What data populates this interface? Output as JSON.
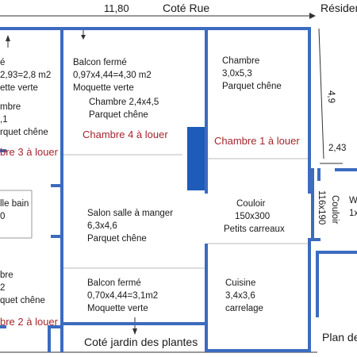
{
  "dimensions": {
    "width_total": "11,80",
    "right_top": "4,9",
    "right_mid": "2,43",
    "plan_label": "Plan de"
  },
  "streets": {
    "top": "Coté Rue",
    "top_right": "Résiden",
    "bottom": "Coté jardin des plantes"
  },
  "rooms": {
    "balcony_left_area": "2,93=2,8 m2",
    "balcony_left_floor": "ette verte",
    "room3_line1": "mbre",
    "room3_line2": ",1",
    "room3_line3": "rquet chêne",
    "room3_name": "bre 3 à louer",
    "bath_line1": "lle bain",
    "bath_line2": "0",
    "room2_line1": "bre",
    "room2_line2": "2",
    "room2_line3": "quet chêne",
    "room2_name": "bre 2 à louer",
    "balcony_top_title": "Balcon fermé",
    "balcony_top_area": "0,97x4,44=4,30 m2",
    "balcony_top_floor": "Moquette verte",
    "room4_title": "Chambre 2,4x4,5",
    "room4_floor": "Parquet chêne",
    "room4_name": "Chambre 4 à louer",
    "room1_title": "Chambre",
    "room1_size": "3,0x5,3",
    "room1_floor": "Parquet chêne",
    "room1_name": "Chambre 1 à louer",
    "salon_title": "Salon salle à manger",
    "salon_size": "6,3x4,6",
    "salon_floor": "Parquet chêne",
    "couloir_title": "Couloir",
    "couloir_size": "150x300",
    "couloir_floor": "Petits carreaux",
    "couloir2_title": "Couloir",
    "couloir2_size": "116x190",
    "wc_line1": "W",
    "wc_line2": "1x",
    "balcony_bottom_title": "Balcon fermé",
    "balcony_bottom_area": "0,70x4,44=3,1m2",
    "balcony_bottom_floor": "Moquette verte",
    "kitchen_title": "Cuisine",
    "kitchen_size": "3,4x3,6",
    "kitchen_floor": "carrelage"
  },
  "colors": {
    "wall": "#3c6bbf",
    "room_name": "#a4262c",
    "door_block": "#1f5bb8",
    "text": "#1a1a1a"
  }
}
